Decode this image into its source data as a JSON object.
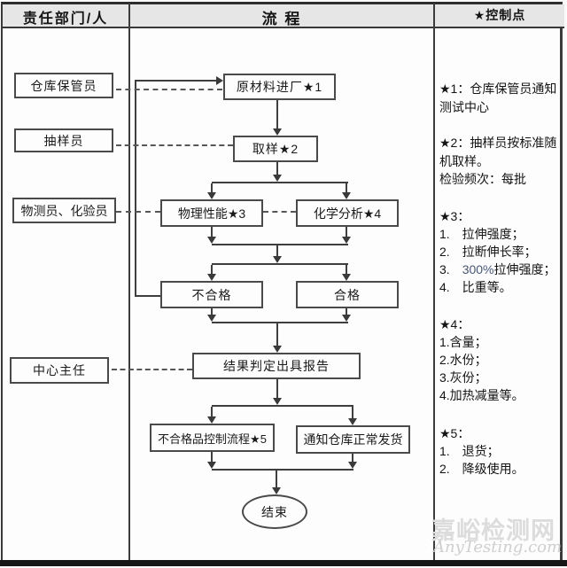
{
  "header": {
    "col_responsible": "责任部门/人",
    "col_process": "流 程",
    "col_control": "★控制点"
  },
  "left_column": {
    "warehouse_keeper": "仓库保管员",
    "sampler": "抽样员",
    "testers": "物测员、化验员",
    "director": "中心主任"
  },
  "flow": {
    "raw_material": "原材料进厂★1",
    "sampling": "取样★2",
    "physical": "物理性能★3",
    "chemical": "化学分析★4",
    "fail": "不合格",
    "pass": "合格",
    "report": "结果判定出具报告",
    "nc_control": "不合格品控制流程★5",
    "notify_ship": "通知仓库正常发货",
    "end": "结束"
  },
  "notes": {
    "l0": "★1：仓库保管员通知",
    "l1": "测试中心",
    "l2": "★2：抽样员按标准随",
    "l3": "机取样。",
    "l4": "检验频次：每批",
    "l5": "★3：",
    "l6": "1.　拉伸强度；",
    "l7": "2.　拉断伸长率；",
    "l8a": "3.　",
    "l8b": "300%",
    "l8c": "拉伸强度；",
    "l9": "4.　比重等。",
    "l10": "★4：",
    "l11": "1.含量；",
    "l12": "2.水份；",
    "l13": "3.灰份；",
    "l14": "4.加热减量等。",
    "l15": "★5：",
    "l16": "1.　退货；",
    "l17": "2.　降级使用。"
  },
  "watermark": {
    "cn": "嘉峪检测网",
    "en": "AnyTesting.com"
  },
  "colors": {
    "line": "#3f3f3f",
    "header_bg": "#e6e6e6",
    "note_accent": "#46557e",
    "watermark": "#dcdcdc"
  }
}
